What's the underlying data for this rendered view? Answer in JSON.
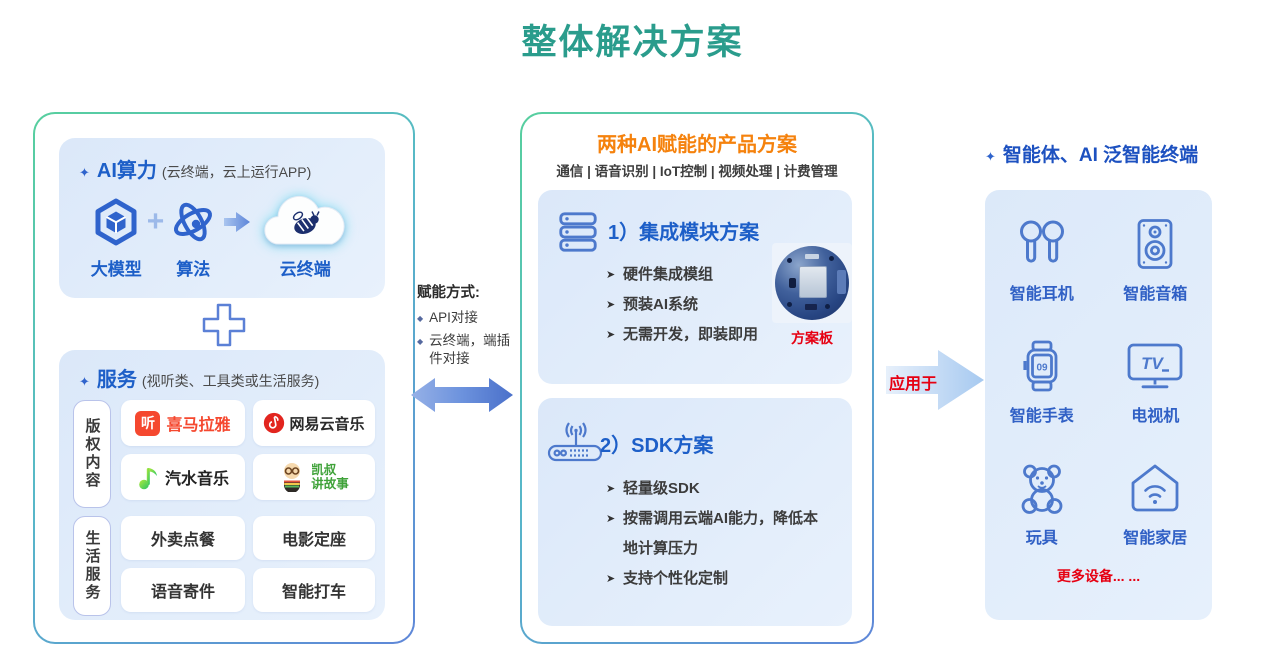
{
  "title": "整体解决方案",
  "colors": {
    "title_teal": "#2a9c8c",
    "accent_blue": "#1d5fc8",
    "icon_blue": "#4d79cc",
    "orange": "#f5820d",
    "red": "#e60012",
    "light_box": "#dfeafa"
  },
  "left_panel": {
    "ai_box": {
      "star": "✦",
      "title": "AI算力",
      "subtitle": "(云终端，云上运行APP)",
      "plus": "+",
      "items": [
        {
          "icon": "cube-icon",
          "label": "大模型"
        },
        {
          "icon": "atom-icon",
          "label": "算法"
        },
        {
          "icon": "cloud-icon",
          "label": "云终端"
        }
      ]
    },
    "services_box": {
      "star": "✦",
      "title": "服务",
      "subtitle": "(视听类、工具类或生活服务)",
      "groups": [
        {
          "label": "版权内容"
        },
        {
          "label": "生活服务"
        }
      ],
      "apps": {
        "ximalaya": {
          "logo_char": "听",
          "label": "喜马拉雅"
        },
        "netease": {
          "note": "♪",
          "label": "网易云音乐"
        },
        "soda": {
          "label": "汽水音乐"
        },
        "kaishu": {
          "line1": "凯叔",
          "line2": "讲故事"
        }
      },
      "life_cards": [
        "外卖点餐",
        "电影定座",
        "语音寄件",
        "智能打车"
      ]
    }
  },
  "enable_connector": {
    "title": "赋能方式:",
    "marker": "◆",
    "items": [
      "API对接",
      "云终端，端插件对接"
    ]
  },
  "center_panel": {
    "title": "两种AI赋能的产品方案",
    "subtitle": "通信 | 语音识别 | IoT控制 | 视频处理 | 计费管理",
    "bullet_marker": "➤",
    "section1": {
      "heading": "1）集成模块方案",
      "bullets": [
        "硬件集成模组",
        "预装AI系统",
        "无需开发，即装即用"
      ],
      "photo_label": "方案板"
    },
    "section2": {
      "heading": "2）SDK方案",
      "bullets": [
        "轻量级SDK",
        "按需调用云端AI能力，降低本地计算压力",
        "支持个性化定制"
      ]
    }
  },
  "apply_connector": {
    "label": "应用于"
  },
  "right_panel": {
    "star": "✦",
    "title": "智能体、AI 泛智能终端",
    "devices": [
      {
        "icon": "earbuds-icon",
        "label": "智能耳机"
      },
      {
        "icon": "speaker-icon",
        "label": "智能音箱"
      },
      {
        "icon": "watch-icon",
        "label": "智能手表",
        "screen_text": "09"
      },
      {
        "icon": "tv-icon",
        "label": "电视机",
        "screen_text": "TV"
      },
      {
        "icon": "toy-icon",
        "label": "玩具"
      },
      {
        "icon": "smart-home-icon",
        "label": "智能家居"
      }
    ],
    "more_text": "更多设备... ..."
  }
}
